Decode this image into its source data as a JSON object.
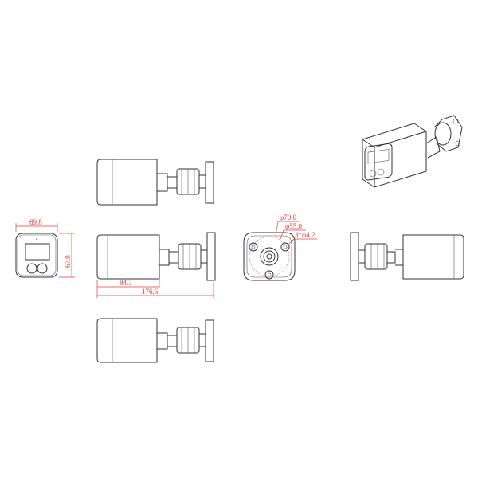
{
  "drawing": {
    "colors": {
      "outline": "#333333",
      "dimension": "#e23c3c",
      "hole_circle": "#d65ad6"
    },
    "dimensions": {
      "front_width": "69.8",
      "front_height": "67.0",
      "body_length": "84.3",
      "total_length": "176.6",
      "mount_outer_diameter": "φ70.0",
      "mount_hole_circle": "φ55.0",
      "mount_holes": "3*φ4.2"
    }
  }
}
